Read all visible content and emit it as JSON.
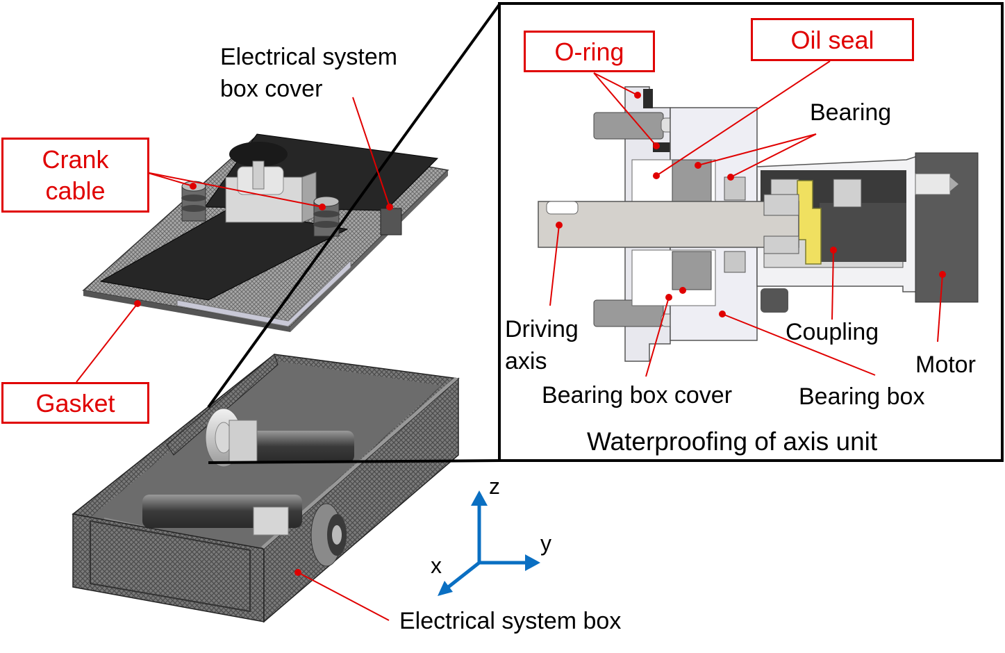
{
  "callouts": {
    "crank_cable": [
      "Crank",
      "cable"
    ],
    "gasket": "Gasket",
    "o_ring": "O-ring",
    "oil_seal": "Oil seal"
  },
  "labels": {
    "electrical_box_cover": [
      "Electrical system",
      "box cover"
    ],
    "electrical_box": "Electrical system box",
    "bearing": "Bearing",
    "driving_axis": [
      "Driving",
      "axis"
    ],
    "bearing_box_cover": "Bearing box cover",
    "bearing_box": "Bearing box",
    "coupling": "Coupling",
    "motor": "Motor"
  },
  "inset_title": "Waterproofing of axis unit",
  "axes": {
    "z": "z",
    "y": "y",
    "x": "x"
  },
  "colors": {
    "callout": "#e00000",
    "axis_arrow": "#0a6fc2",
    "leader": "#e00000",
    "coupling": "#f0e060"
  }
}
